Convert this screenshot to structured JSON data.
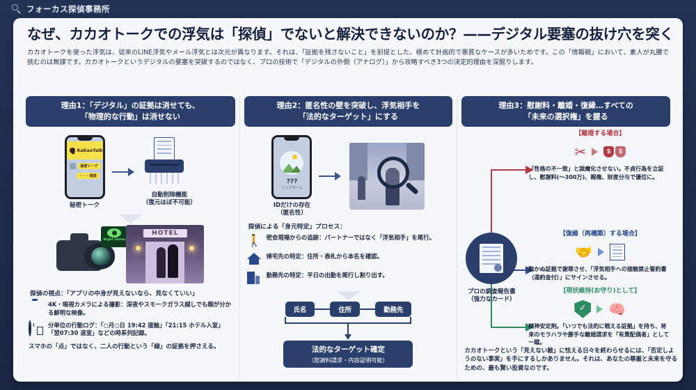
{
  "logo": {
    "icon": "magnifier-icon",
    "text": "フォーカス探偵事務所"
  },
  "hero": {
    "title": "なぜ、カカオトークでの浮気は「探偵」でないと解決できないのか？——デジタル要塞の抜け穴を突く",
    "lead": "カカオトークを使った浮気は、従来のLINE浮気やメール浮気とは次元が異なります。それは、「証拠を残さないこと」を前提とした、極めて計画的で悪質なケースが多いためです。この「情報戦」において、素人が丸腰で挑むのは無謀です。カカオトークというデジタルの要塞を突破するのではなく、プロの技術で「デジタルの外側（アナログ）」から攻略すべき3つの決定的理由を深掘りします。"
  },
  "col1": {
    "heading": "理由1：「デジタル」の証拠は消せても、\n「物理的な行動」は消せない",
    "phone": {
      "app_name": "KakaoTalk",
      "chat_label": "秘密トーク",
      "bubble_label": "・・・既読"
    },
    "phone_caption": "秘密トーク",
    "shredder_caption": "自動削除機能\n（復元ほぼ不可能）",
    "nightvision_label": "Night Vision",
    "hotel_sign": "HOTEL",
    "viewpoint": "探偵の視点：「アプリの中身が見えないなら、見なくていい」",
    "bullets": [
      {
        "icon": "camera-icon",
        "text": "4K・暗視カメラによる撮影：深夜やスモークガラス越しでも顔が分かる鮮明な映像。"
      },
      {
        "icon": "clock-log-icon",
        "text": "分単位の行動ログ：「○月○日 19:42 接触」「21:15 ホテル入室」「翌07:30 退室」などの時系列記録。"
      }
    ],
    "footnote": "スマホの「点」ではなく、二人の行動という「線」の証拠を押さえる。"
  },
  "col2": {
    "heading": "理由2：匿名性の壁を突破し、浮気相手を\n「法的なターゲット」にする",
    "phone": {
      "unknown": "???",
      "nickname": "ニックネーム"
    },
    "phone_caption": "IDだけの存在\n（匿名性）",
    "lead": "探偵による「身元特定」プロセス：",
    "bullets": [
      {
        "icon": "walking-person-icon",
        "text": "密会現場からの追跡：パートナーではなく「浮気相手」を尾行。"
      },
      {
        "icon": "home-icon",
        "text": "帰宅先の特定：住所・表札から本名を確認。"
      },
      {
        "icon": "building-icon",
        "text": "勤務先の特定：平日の出勤を尾行し割り出す。"
      }
    ],
    "flow": [
      "氏名",
      "住所",
      "勤務先"
    ],
    "result_title": "法的なターゲット確定",
    "result_sub": "（慰謝料請求・内容証明可能）"
  },
  "col3": {
    "heading": "理由3：慰謝料・離婚・復縁…すべての\n「未来の選択権」を握る",
    "hub_caption": "プロの調査報告書\n（強力なカード）",
    "branches": [
      {
        "title": "【離婚する場合】",
        "title_color": "#b03a46",
        "icons": [
          "broken-chain-icon",
          "money-bag-icon"
        ],
        "desc": "「性格の不一致」と誤魔化させない。不貞行為を立証し、慰謝料(〜300万)、親権、財産分与で優位に。"
      },
      {
        "title": "【復縁（再構築）する場合】",
        "title_color": "#2a4a8c",
        "icons": [
          "handshake-icon",
          "contract-signature-icon"
        ],
        "desc": "動かぬ証拠で謝罪させ、「浮気相手への接触禁止誓約書（違約金付）」にサインさせる。"
      },
      {
        "title": "【現状維持(お守り)として】",
        "title_color": "#2e8b62",
        "icons": [
          "shield-check-icon",
          "peace-of-mind-icon"
        ],
        "desc": "精神安定剤。「いつでも法的に戦える証拠」を持ち、将来のモラハラや勝手な離婚請求を「有責配偶者」として一蹴。"
      }
    ],
    "footnote": "カカオトークという「見えない敵」に怯える日々を終わらせるには、「否定しようのない事実」を手にするしかありません。それは、あなたの尊厳と未来を守るための、最も賢い投資なのです。"
  },
  "colors": {
    "navy": "#2a3f6b",
    "bg": "#1b2a4a",
    "card": "#f4f6fa",
    "red": "#b03a46",
    "blue": "#2a4a8c",
    "green": "#2e8b62"
  }
}
